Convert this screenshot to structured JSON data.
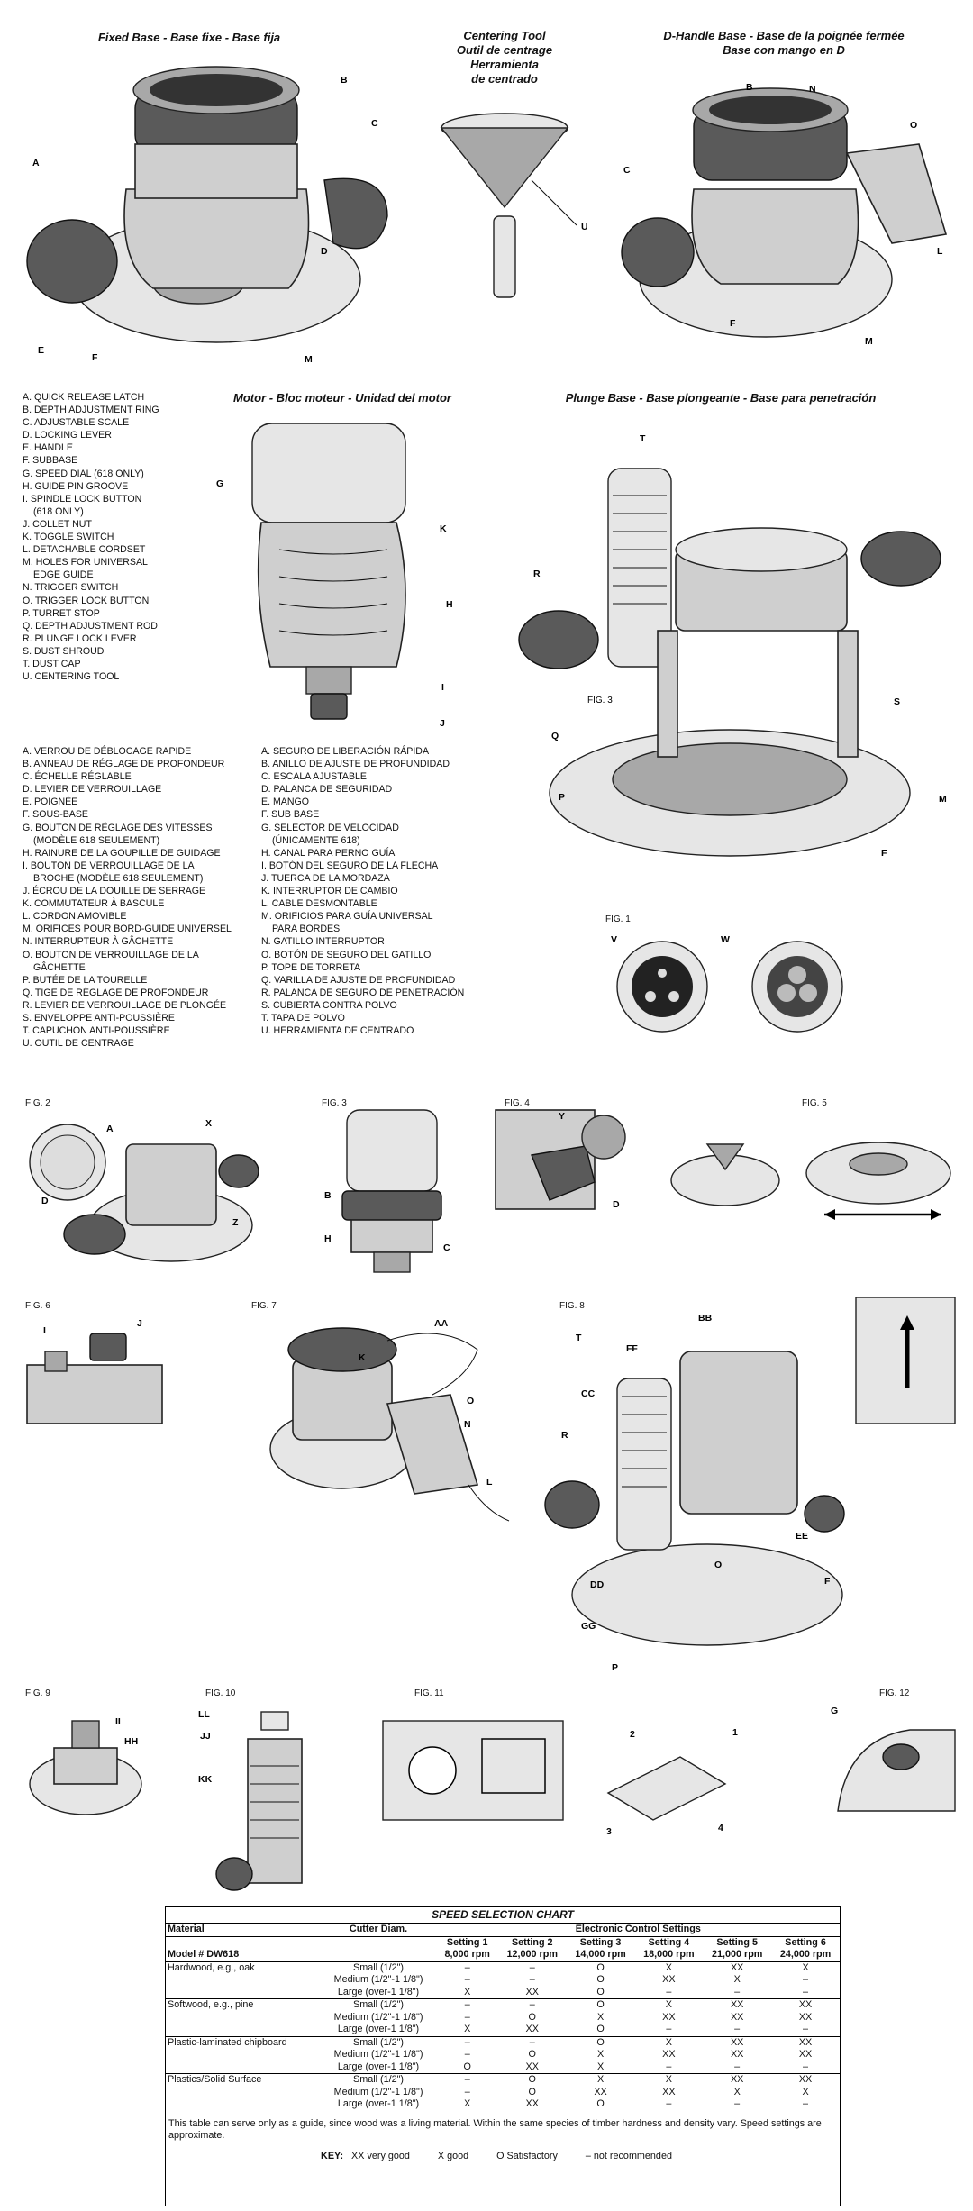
{
  "headers": {
    "fixed_base": "Fixed Base - Base fixe - Base fija",
    "centering_tool": [
      "Centering Tool",
      "Outil de centrage",
      "Herramienta",
      "de centrado"
    ],
    "dhandle_base": [
      "D-Handle Base - Base de la poignée fermée",
      "Base con mango en D"
    ],
    "motor": "Motor - Bloc moteur - Unidad del motor",
    "plunge_base": "Plunge Base - Base plongeante - Base para penetración"
  },
  "legend_en": [
    "A. QUICK RELEASE LATCH",
    "B. DEPTH ADJUSTMENT RING",
    "C. ADJUSTABLE SCALE",
    "D. LOCKING LEVER",
    "E. HANDLE",
    "F. SUBBASE",
    "G. SPEED DIAL (618 ONLY)",
    "H. GUIDE PIN GROOVE",
    "I. SPINDLE LOCK BUTTON",
    "(618 ONLY)",
    "J. COLLET NUT",
    "K. TOGGLE SWITCH",
    "L. DETACHABLE CORDSET",
    "M. HOLES FOR UNIVERSAL",
    "EDGE GUIDE",
    "N. TRIGGER SWITCH",
    "O. TRIGGER LOCK BUTTON",
    "P. TURRET STOP",
    "Q. DEPTH ADJUSTMENT ROD",
    "R. PLUNGE LOCK LEVER",
    "S. DUST SHROUD",
    "T. DUST CAP",
    "U. CENTERING TOOL"
  ],
  "legend_fr": [
    "A. VERROU DE DÉBLOCAGE RAPIDE",
    "B. ANNEAU DE RÉGLAGE DE PROFONDEUR",
    "C. ÉCHELLE RÉGLABLE",
    "D. LEVIER DE VERROUILLAGE",
    "E. POIGNÉE",
    "F. SOUS-BASE",
    "G. BOUTON DE RÉGLAGE DES VITESSES",
    "(MODÈLE 618 SEULEMENT)",
    "H. RAINURE DE LA GOUPILLE DE GUIDAGE",
    "I. BOUTON DE VERROUILLAGE DE LA",
    "BROCHE (MODÈLE 618 SEULEMENT)",
    "J. ÉCROU DE LA DOUILLE DE SERRAGE",
    "K. COMMUTATEUR À BASCULE",
    "L. CORDON AMOVIBLE",
    "M. ORIFICES POUR BORD-GUIDE UNIVERSEL",
    "N. INTERRUPTEUR À GÂCHETTE",
    "O. BOUTON DE VERROUILLAGE DE LA",
    "GÂCHETTE",
    "P. BUTÉE DE LA TOURELLE",
    "Q. TIGE DE RÉGLAGE DE PROFONDEUR",
    "R. LEVIER DE VERROUILLAGE DE PLONGÉE",
    "S. ENVELOPPE ANTI-POUSSIÈRE",
    "T. CAPUCHON ANTI-POUSSIÈRE",
    "U. OUTIL DE CENTRAGE"
  ],
  "legend_es": [
    "A. SEGURO DE LIBERACIÓN RÁPIDA",
    "B. ANILLO DE AJUSTE DE PROFUNDIDAD",
    "C. ESCALA AJUSTABLE",
    "D. PALANCA DE SEGURIDAD",
    "E. MANGO",
    "F. SUB BASE",
    "G. SELECTOR DE VELOCIDAD",
    "(ÚNICAMENTE 618)",
    "H. CANAL PARA PERNO GUÍA",
    "I. BOTÓN DEL SEGURO DE LA FLECHA",
    "J. TUERCA DE LA MORDAZA",
    "K. INTERRUPTOR DE CAMBIO",
    "L. CABLE DESMONTABLE",
    "M. ORIFICIOS PARA GUÍA UNIVERSAL",
    "PARA BORDES",
    "N. GATILLO INTERRUPTOR",
    "O. BOTÓN DE SEGURO DEL GATILLO",
    "P. TOPE DE TORRETA",
    "Q. VARILLA DE AJUSTE DE PROFUNDIDAD",
    "R. PALANCA DE SEGURO DE PENETRACIÓN",
    "S. CUBIERTA CONTRA POLVO",
    "T. TAPA DE POLVO",
    "U. HERRAMIENTA DE CENTRADO"
  ],
  "figs": {
    "fig1": "FIG. 1",
    "fig2": "FIG. 2",
    "fig3": "FIG. 3",
    "fig3b": "FIG. 3",
    "fig4": "FIG. 4",
    "fig5": "FIG. 5",
    "fig6": "FIG. 6",
    "fig7": "FIG. 7",
    "fig8": "FIG. 8",
    "fig9": "FIG. 9",
    "fig10": "FIG. 10",
    "fig11": "FIG. 11",
    "fig12": "FIG. 12"
  },
  "chart": {
    "title": "SPEED SELECTION CHART",
    "col_material": "Material",
    "col_cutter": "Cutter Diam.",
    "col_settings": "Electronic Control Settings",
    "model": "Model # DW618",
    "settings": [
      "Setting 1",
      "Setting 2",
      "Setting 3",
      "Setting 4",
      "Setting 5",
      "Setting 6"
    ],
    "rpms": [
      "8,000 rpm",
      "12,000 rpm",
      "14,000 rpm",
      "18,000 rpm",
      "21,000 rpm",
      "24,000 rpm"
    ],
    "groups": [
      {
        "material": "Hardwood, e.g., oak",
        "rows": [
          {
            "size": "Small (1/2\")",
            "v": [
              "–",
              "–",
              "O",
              "X",
              "XX",
              "X"
            ]
          },
          {
            "size": "Medium (1/2\"-1 1/8\")",
            "v": [
              "–",
              "–",
              "O",
              "XX",
              "X",
              "–"
            ]
          },
          {
            "size": "Large (over-1 1/8\")",
            "v": [
              "X",
              "XX",
              "O",
              "–",
              "–",
              "–"
            ]
          }
        ]
      },
      {
        "material": "Softwood, e.g., pine",
        "rows": [
          {
            "size": "Small (1/2\")",
            "v": [
              "–",
              "–",
              "O",
              "X",
              "XX",
              "XX"
            ]
          },
          {
            "size": "Medium (1/2\"-1 1/8\")",
            "v": [
              "–",
              "O",
              "X",
              "XX",
              "XX",
              "XX"
            ]
          },
          {
            "size": "Large (over-1 1/8\")",
            "v": [
              "X",
              "XX",
              "O",
              "–",
              "–",
              "–"
            ]
          }
        ]
      },
      {
        "material": "Plastic-laminated chipboard",
        "rows": [
          {
            "size": "Small (1/2\")",
            "v": [
              "–",
              "–",
              "O",
              "X",
              "XX",
              "XX"
            ]
          },
          {
            "size": "Medium (1/2\"-1 1/8\")",
            "v": [
              "–",
              "O",
              "X",
              "XX",
              "XX",
              "XX"
            ]
          },
          {
            "size": "Large (over-1 1/8\")",
            "v": [
              "O",
              "XX",
              "X",
              "–",
              "–",
              "–"
            ]
          }
        ]
      },
      {
        "material": "Plastics/Solid Surface",
        "rows": [
          {
            "size": "Small (1/2\")",
            "v": [
              "–",
              "O",
              "X",
              "X",
              "XX",
              "XX"
            ]
          },
          {
            "size": "Medium (1/2\"-1 1/8\")",
            "v": [
              "–",
              "O",
              "XX",
              "XX",
              "X",
              "X"
            ]
          },
          {
            "size": "Large (over-1 1/8\")",
            "v": [
              "X",
              "XX",
              "O",
              "–",
              "–",
              "–"
            ]
          }
        ]
      }
    ],
    "note": "This table can serve only as a guide, since wood was a living material. Within the same species of timber hardness and density vary. Speed settings are approximate.",
    "key_label": "KEY:",
    "key": [
      "XX very good",
      "X good",
      "O Satisfactory",
      "– not recommended"
    ]
  },
  "colors": {
    "metal": "#cfcfcf",
    "dark": "#5a5a5a",
    "ink": "#111111"
  }
}
